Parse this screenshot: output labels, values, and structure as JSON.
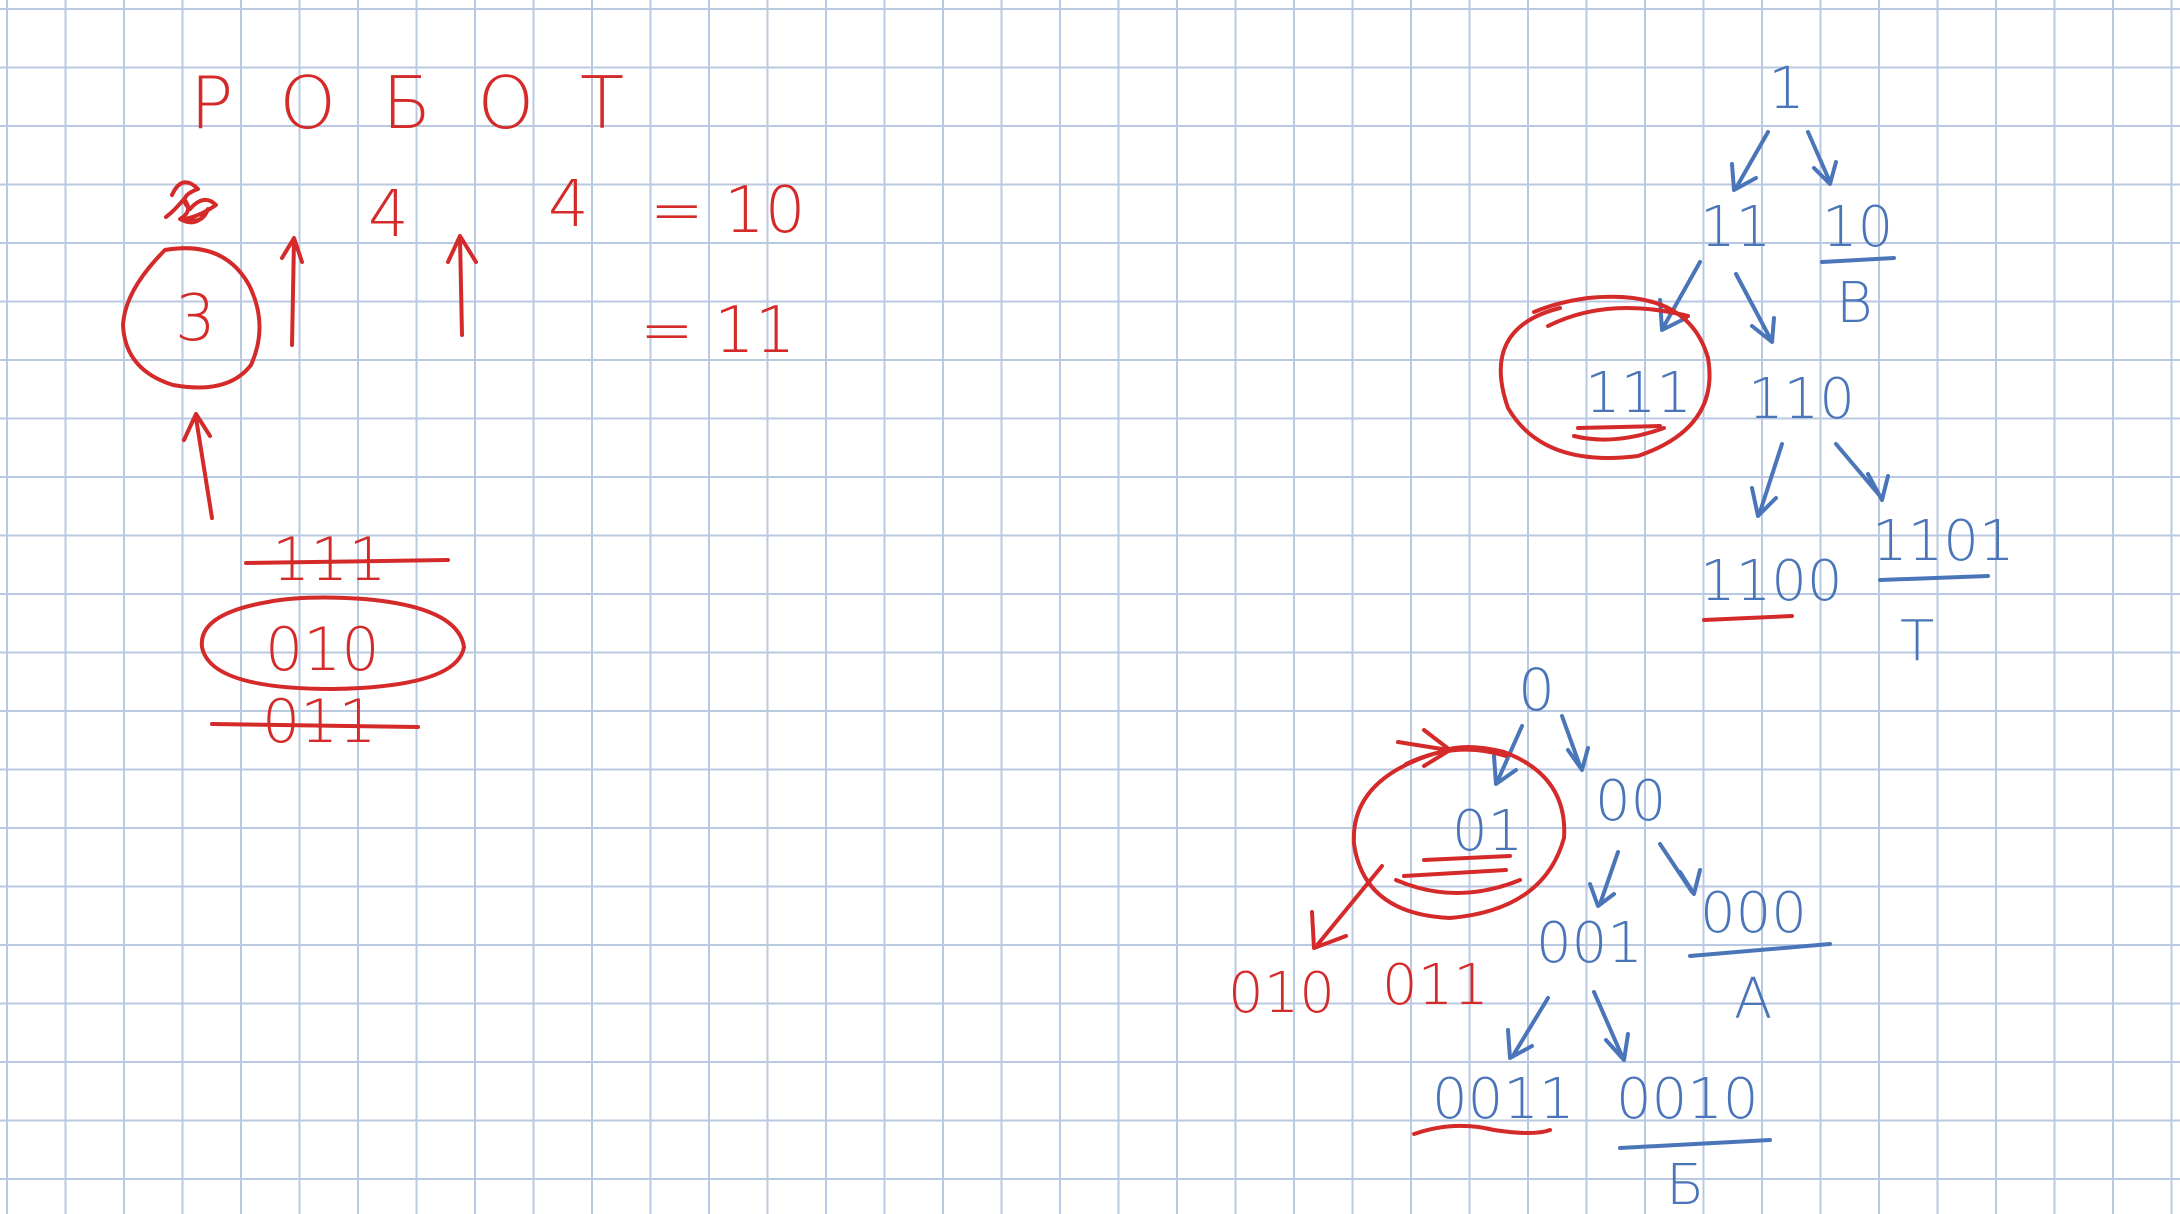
{
  "colors": {
    "red_ink": "#d42a2a",
    "blue_ink": "#4a75b8",
    "grid": "#b9c9e2",
    "paper": "#ffffff"
  },
  "left": {
    "word": "РОБОТ",
    "counts": [
      "3",
      "4",
      "4"
    ],
    "eq1": "= 10",
    "eq2": "= 11",
    "codes": [
      "111",
      "010",
      "011"
    ]
  },
  "tree_top": {
    "root": "1",
    "n11": "11",
    "n10": "10",
    "letter_v": "В",
    "n111": "111",
    "n110": "110",
    "n1100": "1100",
    "n1101": "1101",
    "letter_t": "Т"
  },
  "tree_bottom": {
    "root": "0",
    "n00": "00",
    "n01": "01",
    "n010": "010",
    "n011": "011",
    "n001": "001",
    "n000": "000",
    "letter_a": "А",
    "n0011": "0011",
    "n0010": "0010",
    "letter_b": "Б"
  }
}
